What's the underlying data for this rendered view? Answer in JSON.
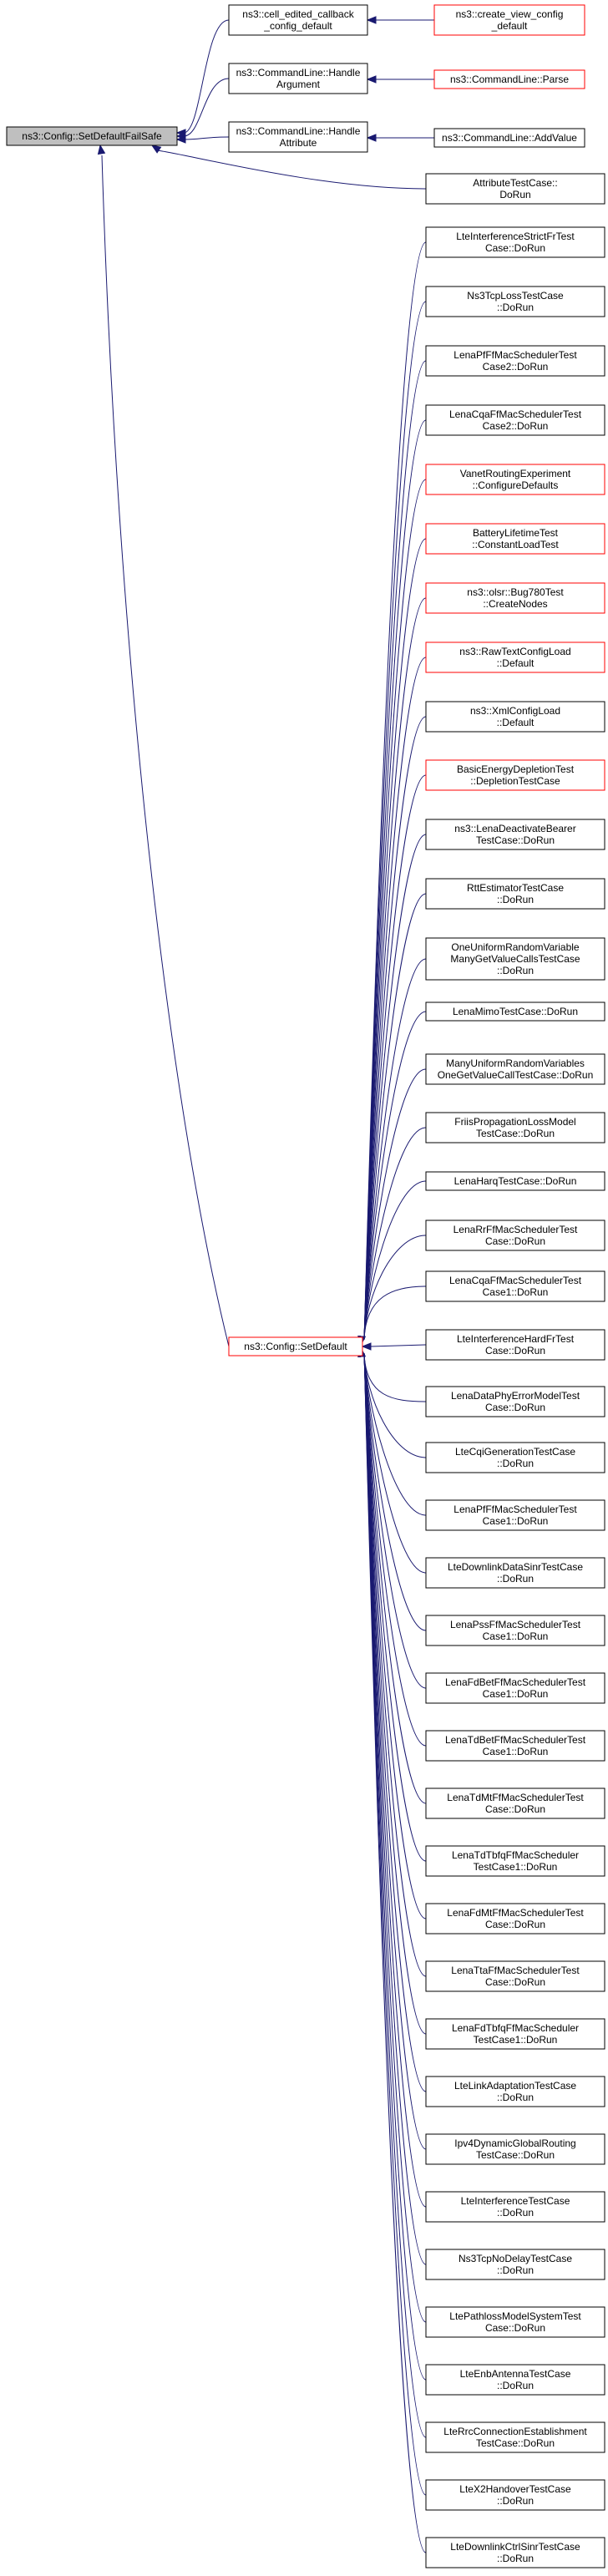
{
  "root": {
    "id": "root",
    "lines": [
      "ns3::Config::SetDefaultFailSafe"
    ],
    "style": "root"
  },
  "hub": {
    "id": "hub",
    "lines": [
      "ns3::Config::SetDefault"
    ],
    "style": "red"
  },
  "top_nodes": [
    {
      "id": "n_cec",
      "lines": [
        "ns3::cell_edited_callback",
        "_config_default"
      ],
      "style": "black"
    },
    {
      "id": "n_cvcd",
      "lines": [
        "ns3::create_view_config",
        "_default"
      ],
      "style": "red"
    },
    {
      "id": "n_cha",
      "lines": [
        "ns3::CommandLine::Handle",
        "Argument"
      ],
      "style": "black"
    },
    {
      "id": "n_parse",
      "lines": [
        "ns3::CommandLine::Parse"
      ],
      "style": "red"
    },
    {
      "id": "n_chat",
      "lines": [
        "ns3::CommandLine::Handle",
        "Attribute"
      ],
      "style": "black"
    },
    {
      "id": "n_addv",
      "lines": [
        "ns3::CommandLine::AddValue"
      ],
      "style": "black"
    }
  ],
  "callers": [
    {
      "id": "c00",
      "lines": [
        "AttributeTestCase::",
        "DoRun"
      ],
      "style": "black"
    },
    {
      "id": "c01",
      "lines": [
        "LteInterferenceStrictFrTest",
        "Case::DoRun"
      ],
      "style": "black"
    },
    {
      "id": "c02",
      "lines": [
        "Ns3TcpLossTestCase",
        "::DoRun"
      ],
      "style": "black"
    },
    {
      "id": "c03",
      "lines": [
        "LenaPfFfMacSchedulerTest",
        "Case2::DoRun"
      ],
      "style": "black"
    },
    {
      "id": "c04",
      "lines": [
        "LenaCqaFfMacSchedulerTest",
        "Case2::DoRun"
      ],
      "style": "black"
    },
    {
      "id": "c05",
      "lines": [
        "VanetRoutingExperiment",
        "::ConfigureDefaults"
      ],
      "style": "red"
    },
    {
      "id": "c06",
      "lines": [
        "BatteryLifetimeTest",
        "::ConstantLoadTest"
      ],
      "style": "red"
    },
    {
      "id": "c07",
      "lines": [
        "ns3::olsr::Bug780Test",
        "::CreateNodes"
      ],
      "style": "red"
    },
    {
      "id": "c08",
      "lines": [
        "ns3::RawTextConfigLoad",
        "::Default"
      ],
      "style": "red"
    },
    {
      "id": "c09",
      "lines": [
        "ns3::XmlConfigLoad",
        "::Default"
      ],
      "style": "black"
    },
    {
      "id": "c10",
      "lines": [
        "BasicEnergyDepletionTest",
        "::DepletionTestCase"
      ],
      "style": "red"
    },
    {
      "id": "c11",
      "lines": [
        "ns3::LenaDeactivateBearer",
        "TestCase::DoRun"
      ],
      "style": "black"
    },
    {
      "id": "c12",
      "lines": [
        "RttEstimatorTestCase",
        "::DoRun"
      ],
      "style": "black"
    },
    {
      "id": "c13",
      "lines": [
        "OneUniformRandomVariable",
        "ManyGetValueCallsTestCase",
        "::DoRun"
      ],
      "style": "black"
    },
    {
      "id": "c14",
      "lines": [
        "LenaMimoTestCase::DoRun"
      ],
      "style": "black"
    },
    {
      "id": "c15",
      "lines": [
        "ManyUniformRandomVariables",
        "OneGetValueCallTestCase::DoRun"
      ],
      "style": "black"
    },
    {
      "id": "c16",
      "lines": [
        "FriisPropagationLossModel",
        "TestCase::DoRun"
      ],
      "style": "black"
    },
    {
      "id": "c17",
      "lines": [
        "LenaHarqTestCase::DoRun"
      ],
      "style": "black"
    },
    {
      "id": "c18",
      "lines": [
        "LenaRrFfMacSchedulerTest",
        "Case::DoRun"
      ],
      "style": "black"
    },
    {
      "id": "c19",
      "lines": [
        "LenaCqaFfMacSchedulerTest",
        "Case1::DoRun"
      ],
      "style": "black"
    },
    {
      "id": "c20",
      "lines": [
        "LteInterferenceHardFrTest",
        "Case::DoRun"
      ],
      "style": "black"
    },
    {
      "id": "c21",
      "lines": [
        "LenaDataPhyErrorModelTest",
        "Case::DoRun"
      ],
      "style": "black"
    },
    {
      "id": "c22",
      "lines": [
        "LteCqiGenerationTestCase",
        "::DoRun"
      ],
      "style": "black"
    },
    {
      "id": "c23",
      "lines": [
        "LenaPfFfMacSchedulerTest",
        "Case1::DoRun"
      ],
      "style": "black"
    },
    {
      "id": "c24",
      "lines": [
        "LteDownlinkDataSinrTestCase",
        "::DoRun"
      ],
      "style": "black"
    },
    {
      "id": "c25",
      "lines": [
        "LenaPssFfMacSchedulerTest",
        "Case1::DoRun"
      ],
      "style": "black"
    },
    {
      "id": "c26",
      "lines": [
        "LenaFdBetFfMacSchedulerTest",
        "Case1::DoRun"
      ],
      "style": "black"
    },
    {
      "id": "c27",
      "lines": [
        "LenaTdBetFfMacSchedulerTest",
        "Case1::DoRun"
      ],
      "style": "black"
    },
    {
      "id": "c28",
      "lines": [
        "LenaTdMtFfMacSchedulerTest",
        "Case::DoRun"
      ],
      "style": "black"
    },
    {
      "id": "c29",
      "lines": [
        "LenaTdTbfqFfMacScheduler",
        "TestCase1::DoRun"
      ],
      "style": "black"
    },
    {
      "id": "c30",
      "lines": [
        "LenaFdMtFfMacSchedulerTest",
        "Case::DoRun"
      ],
      "style": "black"
    },
    {
      "id": "c31",
      "lines": [
        "LenaTtaFfMacSchedulerTest",
        "Case::DoRun"
      ],
      "style": "black"
    },
    {
      "id": "c32",
      "lines": [
        "LenaFdTbfqFfMacScheduler",
        "TestCase1::DoRun"
      ],
      "style": "black"
    },
    {
      "id": "c33",
      "lines": [
        "LteLinkAdaptationTestCase",
        "::DoRun"
      ],
      "style": "black"
    },
    {
      "id": "c34",
      "lines": [
        "Ipv4DynamicGlobalRouting",
        "TestCase::DoRun"
      ],
      "style": "black"
    },
    {
      "id": "c35",
      "lines": [
        "LteInterferenceTestCase",
        "::DoRun"
      ],
      "style": "black"
    },
    {
      "id": "c36",
      "lines": [
        "Ns3TcpNoDelayTestCase",
        "::DoRun"
      ],
      "style": "black"
    },
    {
      "id": "c37",
      "lines": [
        "LtePathlossModelSystemTest",
        "Case::DoRun"
      ],
      "style": "black"
    },
    {
      "id": "c38",
      "lines": [
        "LteEnbAntennaTestCase",
        "::DoRun"
      ],
      "style": "black"
    },
    {
      "id": "c39",
      "lines": [
        "LteRrcConnectionEstablishment",
        "TestCase::DoRun"
      ],
      "style": "black"
    },
    {
      "id": "c40",
      "lines": [
        "LteX2HandoverTestCase",
        "::DoRun"
      ],
      "style": "black"
    },
    {
      "id": "c41",
      "lines": [
        "LteDownlinkCtrlSinrTestCase",
        "::DoRun"
      ],
      "style": "black"
    }
  ],
  "edges": [
    {
      "from": "n_cvcd",
      "to": "n_cec"
    },
    {
      "from": "n_parse",
      "to": "n_cha"
    },
    {
      "from": "n_addv",
      "to": "n_chat"
    },
    {
      "from": "n_cec",
      "to": "root"
    },
    {
      "from": "n_cha",
      "to": "root"
    },
    {
      "from": "n_chat",
      "to": "root"
    },
    {
      "from": "c00",
      "to": "root"
    },
    {
      "from": "hub",
      "to": "root"
    },
    {
      "from": "callers",
      "to": "hub"
    }
  ],
  "colors": {
    "edge": "#191970",
    "node_border_black": "#000000",
    "node_border_red": "#ff0000",
    "node_fill": "#ffffff",
    "root_fill": "#bfbfbf"
  }
}
